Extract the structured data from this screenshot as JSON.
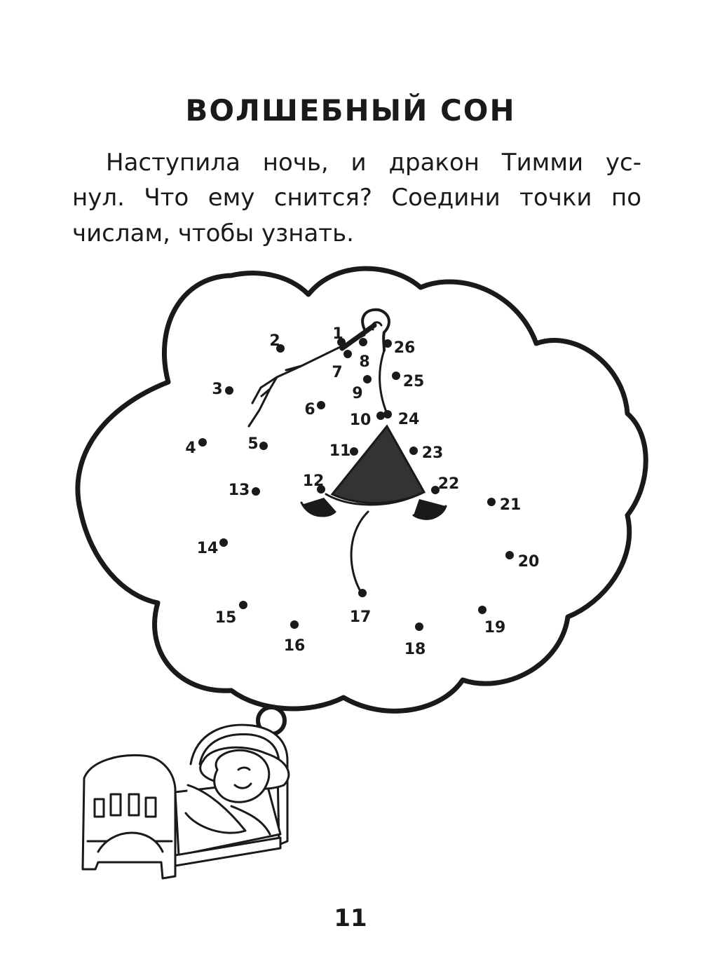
{
  "title": "ВОЛШЕБНЫЙ СОН",
  "intro": {
    "line1": "Наступила ночь, и дракон Тимми ус-",
    "line2": "нул. Что ему снится? Соедини точки по",
    "line3": "числам, чтобы узнать."
  },
  "page_number": "11",
  "colors": {
    "ink": "#1a1a1a",
    "paper": "#ffffff"
  },
  "illustrations": [
    "thought-cloud",
    "sleeping-dragon-in-bed"
  ],
  "dots": [
    {
      "label": "1"
    },
    {
      "label": "2"
    },
    {
      "label": "3"
    },
    {
      "label": "4"
    },
    {
      "label": "5"
    },
    {
      "label": "6"
    },
    {
      "label": "7"
    },
    {
      "label": "8"
    },
    {
      "label": "9"
    },
    {
      "label": "10"
    },
    {
      "label": "11"
    },
    {
      "label": "12"
    },
    {
      "label": "13"
    },
    {
      "label": "14"
    },
    {
      "label": "15"
    },
    {
      "label": "16"
    },
    {
      "label": "17"
    },
    {
      "label": "18"
    },
    {
      "label": "19"
    },
    {
      "label": "20"
    },
    {
      "label": "21"
    },
    {
      "label": "22"
    },
    {
      "label": "23"
    },
    {
      "label": "24"
    },
    {
      "label": "25"
    },
    {
      "label": "26"
    }
  ]
}
